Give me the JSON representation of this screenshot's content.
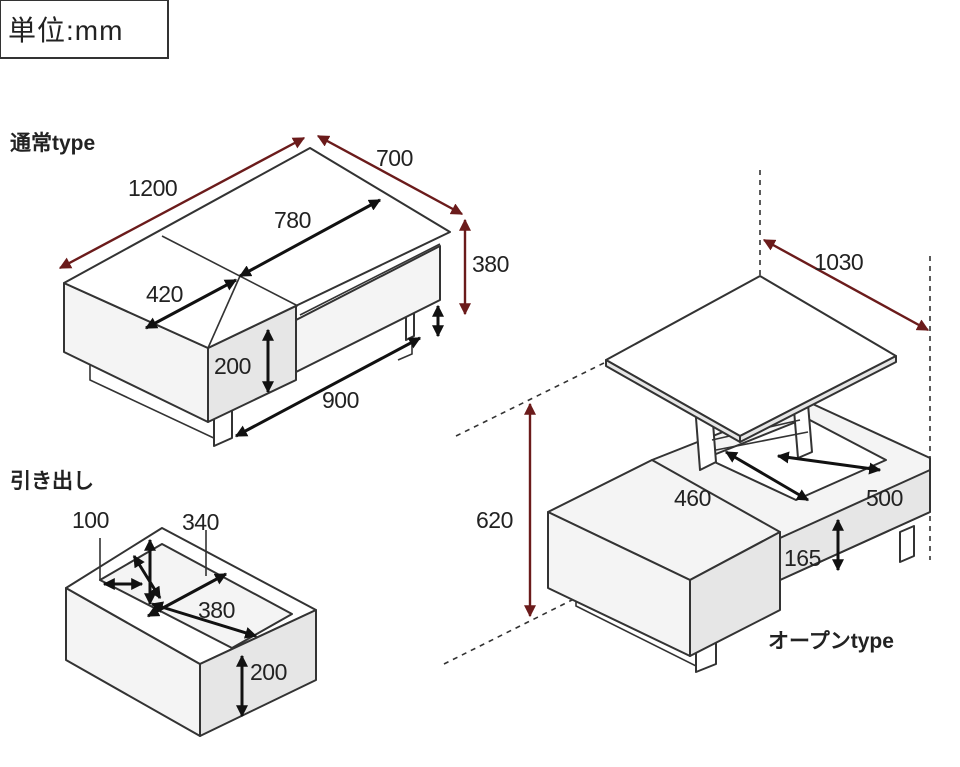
{
  "unit": {
    "label": "単位:mm"
  },
  "sections": {
    "normal": {
      "title": "通常type"
    },
    "drawer": {
      "title": "引き出し"
    },
    "open": {
      "title": "オープンtype"
    }
  },
  "dimensions": {
    "normal": {
      "width": "1200",
      "depth": "700",
      "height": "380",
      "top_inner": "780",
      "top_side": "420",
      "drawer_height": "200",
      "drawer_width": "900"
    },
    "drawer": {
      "inner_a": "100",
      "inner_b": "340",
      "inner_c": "380",
      "height": "200"
    },
    "open": {
      "top_width": "1030",
      "lift_height": "620",
      "inner_depth": "460",
      "inner_width": "500",
      "body_height": "165"
    }
  },
  "colors": {
    "outer_dimension": "#6b1b1b",
    "inner_dimension": "#111111",
    "line": "#333333"
  }
}
